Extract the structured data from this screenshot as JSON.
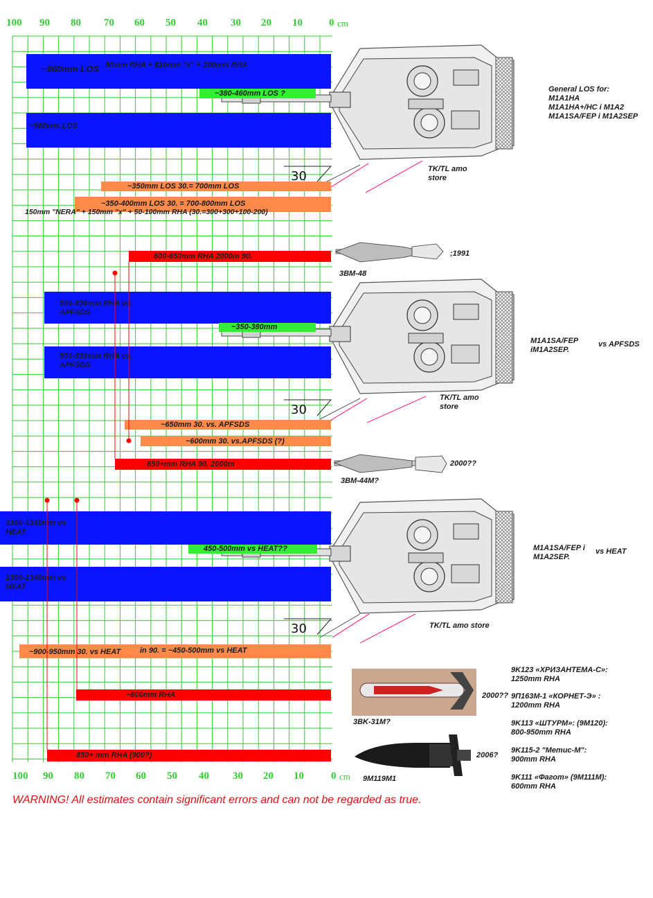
{
  "axis": {
    "ticks": [
      "100",
      "90",
      "80",
      "70",
      "60",
      "50",
      "40",
      "30",
      "20",
      "10",
      "0"
    ],
    "unit": "cm"
  },
  "colors": {
    "grid": "#33cc33",
    "blue": "#0a14ff",
    "orange": "#ff8a4a",
    "green": "#33ee33",
    "red": "#ff0000",
    "warning": "#e01010",
    "leader": "#ff3366"
  },
  "panel1": {
    "bar_front_los_label": "~960mm LOS",
    "bar_front_composition": "50mm RHA + 610mm \"x\" + 300mm RHA",
    "bar_mantlet": "~380-460mm LOS ?",
    "bar_front2": "~960mm LOS",
    "angle": "30",
    "bar_side1": "~350mm LOS 30.= 700mm LOS",
    "bar_side2": "~350-400mm LOS 30. = 700-800mm LOS",
    "side_composition": "150mm \"NERA\" + 150mm \"x\" + 50-100mm RHA (30.=300+300+100-200)",
    "caption": [
      "General LOS for:",
      "M1A1HA",
      "M1A1HA+/HC i M1A2",
      "M1A1SA/FEP i M1A2SEP"
    ],
    "store_label": [
      "TK/TL amo",
      "store"
    ]
  },
  "panel2": {
    "red_top": "600-650mm RHA 2000m 90.",
    "round_top": "3BM-48",
    "round_top_year": ";1991",
    "bar_front1": "900-930mm RHA vs. APFSDS",
    "bar_mantlet": "~350-380mm",
    "bar_front2": "900-930mm RHA vs. APFSDS",
    "angle": "30",
    "bar_side1": "~650mm 30. vs. APFSDS",
    "bar_side2": "~600mm 30. vs.APFSDS (?)",
    "red_bottom": "650+mm RHA 90. 2000m",
    "round_bottom": "3BM-44M?",
    "round_bottom_year": "2000??",
    "caption": [
      "M1A1SA/FEP",
      "iM1A2SEP."
    ],
    "caption_vs": "vs APFSDS",
    "store_label": [
      "TK/TL amo",
      "store"
    ]
  },
  "panel3": {
    "bar_front1": "1300-1340mm vs HEAT",
    "bar_mantlet": "450-500mm vs HEAT??",
    "bar_front2": "1300-1340mm vs HEAT",
    "angle": "30",
    "bar_side": "~900-950mm 30. vs HEAT",
    "bar_side_note": "in 90. = ~450-500mm vs HEAT",
    "red1": "~800mm RHA",
    "red2": "850+ mm RHA (900?)",
    "caption": [
      "M1A1SA/FEP i",
      "M1A2SEP."
    ],
    "caption_vs": "vs HEAT",
    "store_label": "TK/TL amo store",
    "missile1": "3BK-31M?",
    "missile1_year": "2000??",
    "missile2": "9M119M1",
    "missile2_year": "2006?"
  },
  "atgm_list": [
    {
      "name": "9K123 «ХРИЗАНТЕМА-С»:",
      "value": "1250mm RHA"
    },
    {
      "name": "9П163М-1 «КОРНЕТ-Э» :",
      "value": "1200mm RHA"
    },
    {
      "name": "9K113 «ШТУРМ»: (9M120):",
      "value": "800-950mm RHA"
    },
    {
      "name": "9K115-2 \"Метис-М\":",
      "value": "900mm RHA"
    },
    {
      "name": "9K111 «Фагот» (9M111M):",
      "value": "600mm RHA"
    }
  ],
  "warning": "WARNING! All estimates contain significant errors and can not be regarded as true."
}
